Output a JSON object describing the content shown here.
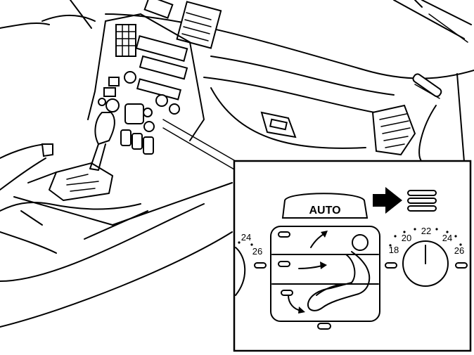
{
  "inset": {
    "auto_button": {
      "label": "AUTO"
    },
    "left_dial": {
      "ticks": [
        "24",
        "26"
      ]
    },
    "right_dial": {
      "ticks": [
        "18",
        "20",
        "22",
        "24",
        "26"
      ]
    }
  },
  "icons": {
    "indicator_arrow": "right-arrow-icon",
    "defrost_symbol": "three-bars-icon",
    "airflow_up": "arrow-up-right-icon",
    "airflow_mid": "arrow-right-icon",
    "airflow_down": "arrow-down-right-icon",
    "seat": "seat-icon"
  }
}
